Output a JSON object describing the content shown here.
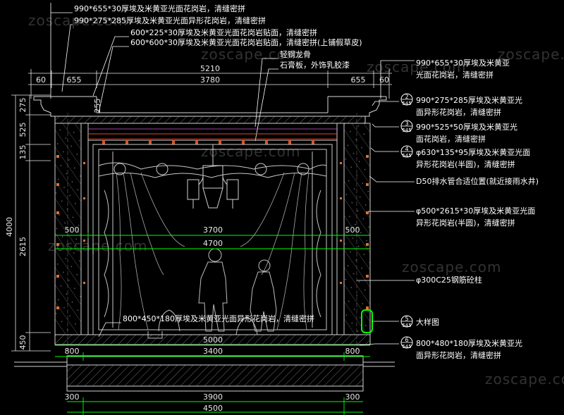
{
  "top_notes": [
    "990*655*30厚埃及米黄亚光面花岗岩，清缝密拼",
    "990*275*285厚埃及米黄亚光面异形花岗岩，清缝密拼",
    "600*225*30厚埃及米黄亚光面花岗岩贴面，清缝密拼",
    "600*600*30厚埃及米黄亚光面花岗岩贴面，清缝密拼(上铺假草皮)",
    "轻钢龙骨",
    "石膏板，外饰乳胶漆"
  ],
  "top_dims": {
    "overall": "5210",
    "middle": "3780",
    "left_60": "60",
    "left_655": "655",
    "right_655": "655",
    "right_60": "60",
    "inner_255": "255"
  },
  "left_dims": {
    "d275": "275",
    "d525": "525",
    "d135": "135",
    "d2615": "2615",
    "d4000": "4000",
    "d450": "450"
  },
  "inner_dims": {
    "left_500": "500",
    "span_3700": "3700",
    "right_500": "500",
    "span_4700": "4700",
    "span_5000": "5000",
    "left_800": "800",
    "span_3400": "3400",
    "right_800": "800",
    "left_300": "300",
    "span_3900": "3900",
    "right_300": "300",
    "span_4500": "4500"
  },
  "right_notes": [
    {
      "num": "",
      "line1": "990*655*30厚埃及米黄亚",
      "line2": "光面花岗岩，清缝密拼"
    },
    {
      "num": "2",
      "sub": "545",
      "line1": "990*275*285厚埃及米黄亚光",
      "line2": "面异形花岗岩，清缝密拼"
    },
    {
      "num": "3",
      "sub": "545",
      "line1": "990*525*50厚埃及米黄亚光",
      "line2": "面花岗岩，清缝密拼"
    },
    {
      "num": "4",
      "sub": "545",
      "line1": "φ630*135*95厚埃及米黄亚光面",
      "line2": "异形花岗岩(半圆)，清缝密拼"
    },
    {
      "num": "",
      "line1": "D50排水管合适位置(就近接雨水井)",
      "line2": ""
    },
    {
      "num": "",
      "line1": "φ500*2615*30厚埃及米黄亚光面",
      "line2": "异形花岗岩(半圆)，清缝密拼"
    },
    {
      "num": "",
      "line1": "φ300C25钢筋砼柱",
      "line2": ""
    },
    {
      "num": "5",
      "sub": "545",
      "line1": "大样图",
      "line2": ""
    },
    {
      "num": "6",
      "sub": "545",
      "line1": "800*480*180厚埃及米黄亚光",
      "line2": "面异形花岗岩，清缝密拼"
    }
  ],
  "bottom_note": "800*450*180厚埃及米黄亚光面异形花岗岩，清缝密拼",
  "watermarks": [
    "zoscape.com",
    "zoscape.com",
    "zoscape.com",
    "zoscape.com",
    "zoscape.com",
    "zoscape.com",
    "zoscape.com",
    "zoscape.com"
  ],
  "colors": {
    "background": "#000000",
    "note_text": "#ffffff",
    "leader_line": "#ffffff",
    "dimension": "#e8e8e8",
    "outline": "#d9d9d9",
    "structure": "#d0d0d0",
    "green_dim": "#00ff00",
    "hatch": "#8a8a8a",
    "orange_detail": "#e05020",
    "pink_detail": "#d060d0"
  }
}
